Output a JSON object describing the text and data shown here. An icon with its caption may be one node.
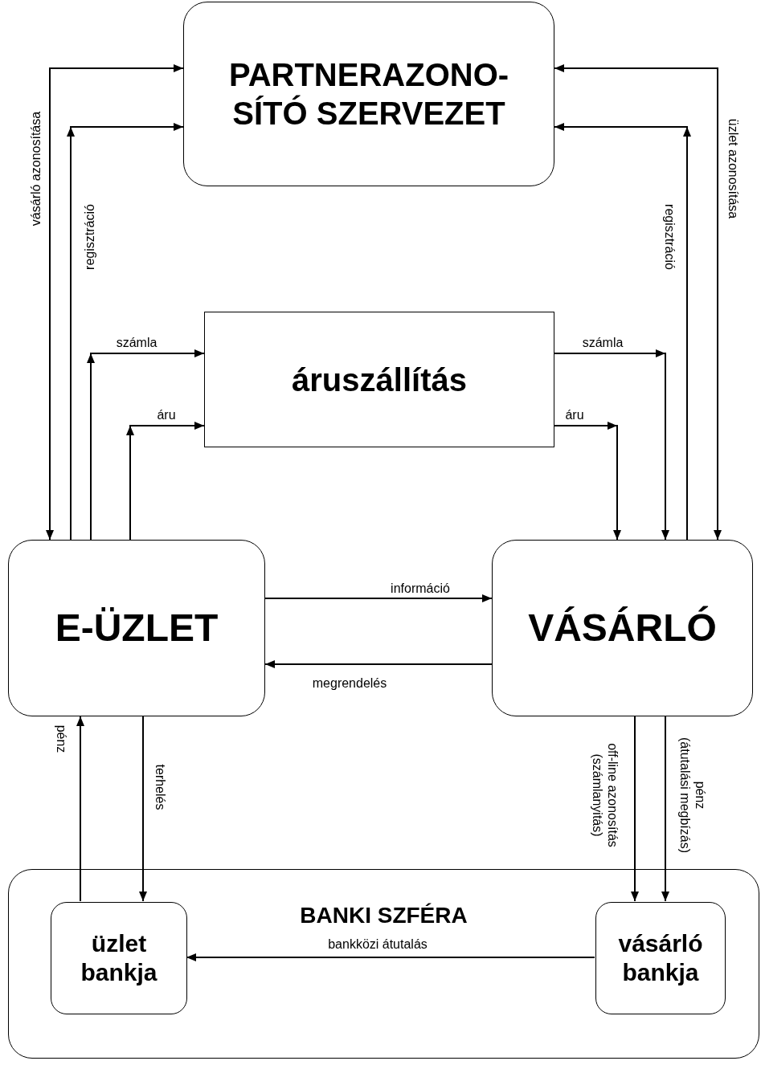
{
  "diagram": {
    "nodes": [
      {
        "text": [
          "PARTNERAZONO- SÍTÓ SZERVEZET"
        ]
      },
      {
        "text": [
          "áruszállítás"
        ]
      },
      {
        "text": [
          "E-ÜZLET"
        ]
      },
      {
        "text": [
          "VÁSÁRLÓ"
        ]
      },
      {
        "text": [
          "BANKI SZFÉRA"
        ]
      },
      {
        "text": [
          "üzlet bankja"
        ],
        "in": 4
      },
      {
        "text": [
          "vásárló bankja"
        ],
        "in": 4
      }
    ],
    "edges": [
      {
        "from": 2,
        "to": 0,
        "arrow": "both",
        "label": "vásárló azonosítása"
      },
      {
        "from": 2,
        "to": 0,
        "arrow": "to",
        "label": "regisztráció"
      },
      {
        "from": 2,
        "to": 1,
        "arrow": "to",
        "label": "számla"
      },
      {
        "from": 2,
        "to": 1,
        "arrow": "to",
        "label": "áru"
      },
      {
        "from": 1,
        "to": 3,
        "arrow": "to",
        "label": "számla"
      },
      {
        "from": 1,
        "to": 3,
        "arrow": "to",
        "label": "áru"
      },
      {
        "from": 3,
        "to": 0,
        "arrow": "to",
        "label": "regisztráció"
      },
      {
        "from": 3,
        "to": 0,
        "arrow": "both",
        "label": "üzlet azonosítása"
      },
      {
        "from": 2,
        "to": 3,
        "arrow": "to",
        "label": "információ"
      },
      {
        "from": 3,
        "to": 2,
        "arrow": "to",
        "label": "megrendelés"
      },
      {
        "from": 5,
        "to": 2,
        "arrow": "to",
        "label": "pénz"
      },
      {
        "from": 2,
        "to": 5,
        "arrow": "to",
        "label": "terhelés"
      },
      {
        "from": 3,
        "to": 6,
        "arrow": "to",
        "label": "off-line azonosítás (számlanyitás)"
      },
      {
        "from": 3,
        "to": 6,
        "arrow": "to",
        "label": "pénz (átutalási megbízás)"
      },
      {
        "from": 6,
        "to": 5,
        "arrow": "to",
        "label": "bankközi átutalás"
      }
    ]
  }
}
